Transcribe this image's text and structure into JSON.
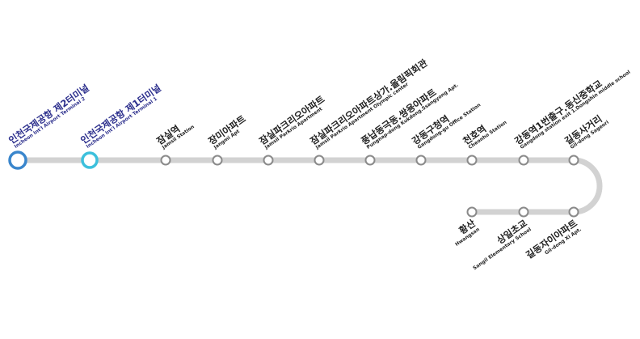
{
  "colors": {
    "line": "#d2d2d2",
    "terminal2": "#3a86cc",
    "terminal1": "#3dc0dc",
    "station_stroke": "#8a8a8a",
    "terminal_text": "#2b2e8c",
    "station_text": "#222222"
  },
  "stations": [
    {
      "ko": "인천국제공항 제2터미널",
      "en": "Incheon Int'l Airport Terminal 2",
      "type": "terminal2"
    },
    {
      "ko": "인천국제공항 제1터미널",
      "en": "Incheon Int'l Airport Terminal 1",
      "type": "terminal1"
    },
    {
      "ko": "잠실역",
      "en": "Jamsil Station",
      "type": "stop"
    },
    {
      "ko": "장미아파트",
      "en": "Jangmi Apt",
      "type": "stop"
    },
    {
      "ko": "잠실파크리오아파트",
      "en": "Jamsil Parkrio Apartment",
      "type": "stop"
    },
    {
      "ko": "잠실파크리오아파트상가.올림픽회관",
      "en": "Jamsil Parkrio Apartment Olympic center",
      "type": "stop"
    },
    {
      "ko": "풍납동극동.쌍용아파트",
      "en": "Pungnap-dong Kukdong.Ssangyong Apt.",
      "type": "stop"
    },
    {
      "ko": "강동구청역",
      "en": "Gangdong-gu Office Station",
      "type": "stop"
    },
    {
      "ko": "천호역",
      "en": "Cheonho Station",
      "type": "stop"
    },
    {
      "ko": "강동역1번출구.동신중학교",
      "en": "Gangdong station exit 1.Dongshin middle school",
      "type": "stop"
    },
    {
      "ko": "길동사거리",
      "en": "Gil-dong Sageori",
      "type": "stop"
    },
    {
      "ko": "길동자이아파트",
      "en": "Gil-dong Xi Apt.",
      "type": "stop"
    },
    {
      "ko": "상일초교",
      "en": "Sangil Elementary School",
      "type": "stop"
    },
    {
      "ko": "황산",
      "en": "Hwangsan",
      "type": "stop"
    }
  ]
}
